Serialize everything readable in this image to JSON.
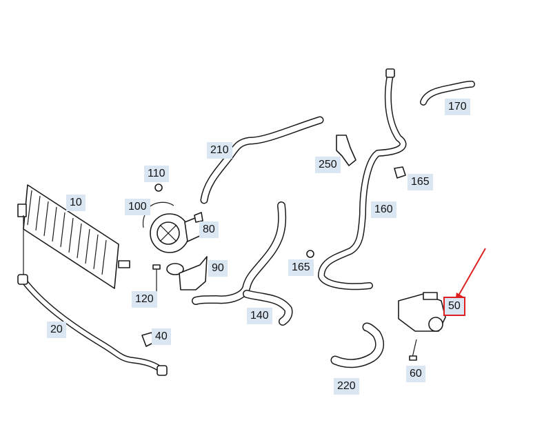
{
  "diagram": {
    "accent_color": "#e02020",
    "label_bg": "#dbe6f3",
    "callouts": [
      {
        "id": "c10",
        "text": "10"
      },
      {
        "id": "c20",
        "text": "20"
      },
      {
        "id": "c40",
        "text": "40"
      },
      {
        "id": "c50",
        "text": "50",
        "highlighted": true
      },
      {
        "id": "c60",
        "text": "60"
      },
      {
        "id": "c80",
        "text": "80"
      },
      {
        "id": "c90",
        "text": "90"
      },
      {
        "id": "c100",
        "text": "100"
      },
      {
        "id": "c110",
        "text": "110"
      },
      {
        "id": "c120",
        "text": "120"
      },
      {
        "id": "c140",
        "text": "140"
      },
      {
        "id": "c160",
        "text": "160"
      },
      {
        "id": "c165a",
        "text": "165"
      },
      {
        "id": "c165b",
        "text": "165"
      },
      {
        "id": "c170",
        "text": "170"
      },
      {
        "id": "c210",
        "text": "210"
      },
      {
        "id": "c220",
        "text": "220"
      },
      {
        "id": "c250",
        "text": "250"
      }
    ]
  }
}
